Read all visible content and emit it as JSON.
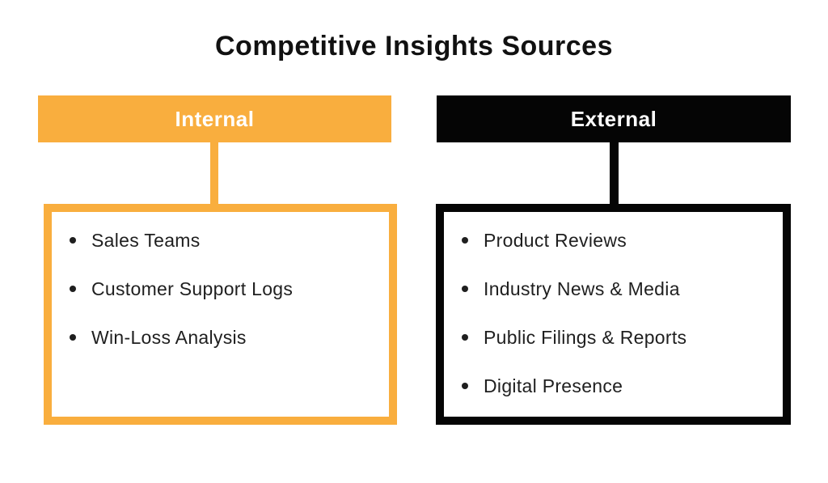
{
  "title": "Competitive Insights Sources",
  "colors": {
    "internal_accent": "#F9AE3E",
    "external_accent": "#050505",
    "text": "#1F1F1F",
    "header_text": "#FFFFFF",
    "background": "#FFFFFF"
  },
  "columns": [
    {
      "id": "internal",
      "label": "Internal",
      "items": [
        "Sales Teams",
        "Customer Support Logs",
        "Win-Loss Analysis"
      ]
    },
    {
      "id": "external",
      "label": "External",
      "items": [
        "Product Reviews",
        "Industry News & Media",
        "Public Filings & Reports",
        "Digital Presence"
      ]
    }
  ]
}
